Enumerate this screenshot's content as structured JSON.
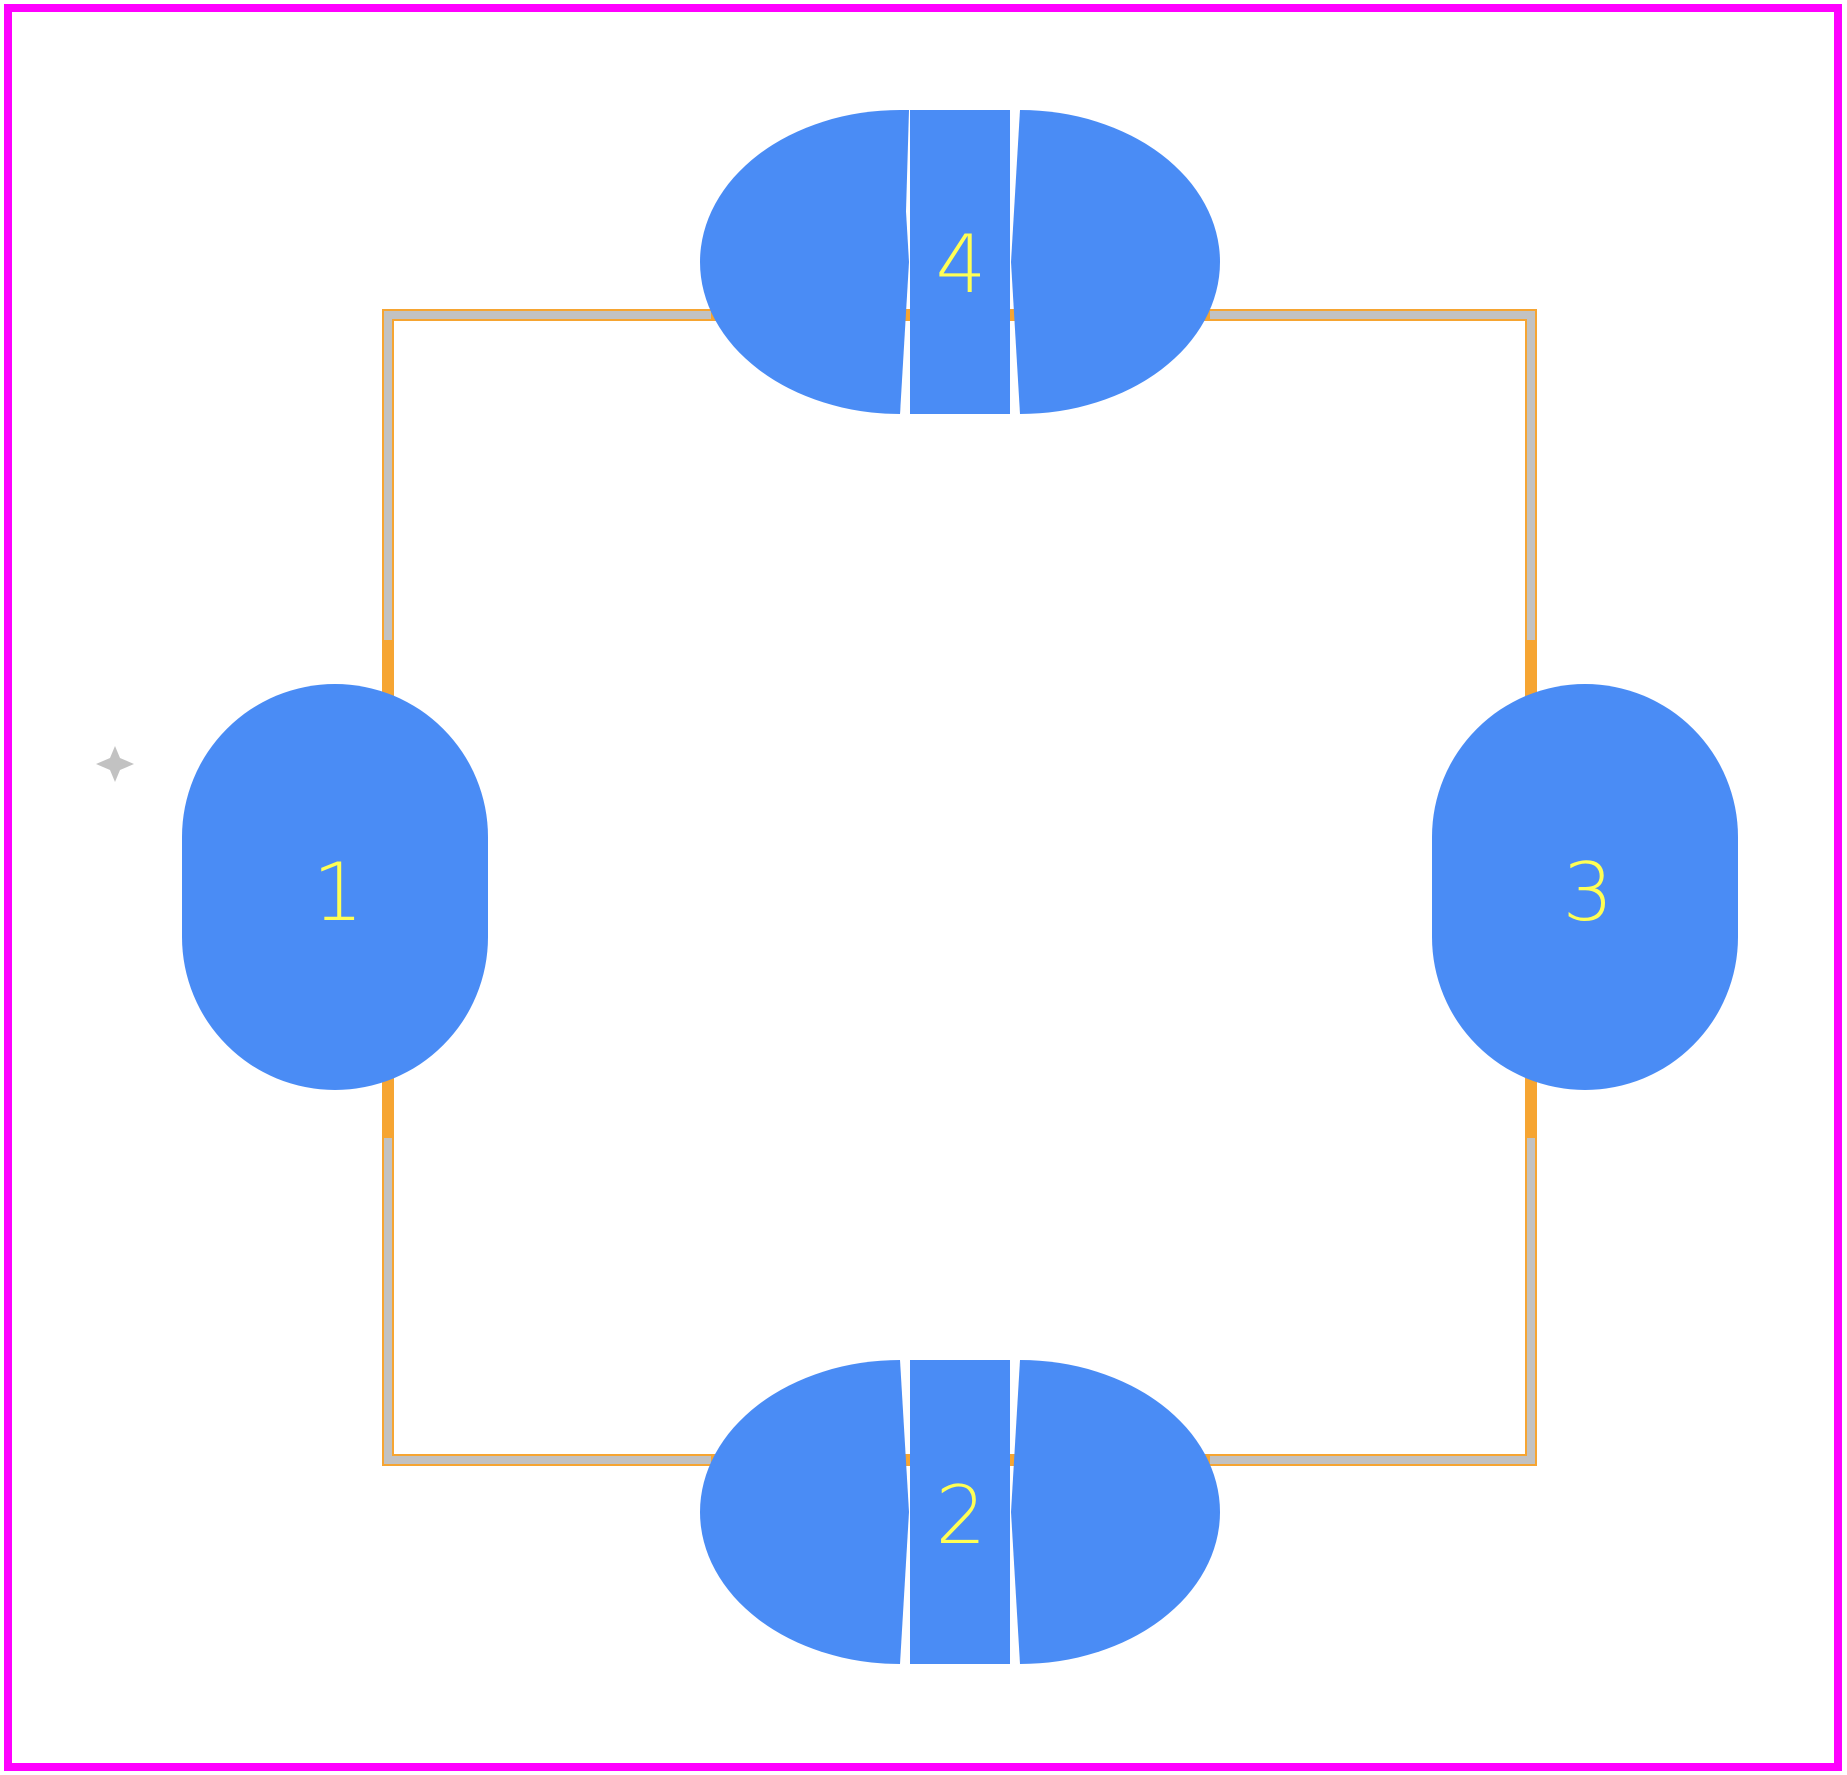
{
  "colors": {
    "background": "#ffffff",
    "board_outline": "#ff00ff",
    "pad_fill": "#4a8cf5",
    "pad_label": "#ffff55",
    "assembly_outline": "#f6a532",
    "silkscreen": "#c2c2c2",
    "origin_marker": "#c2c2c2"
  },
  "pads": [
    {
      "number": "1",
      "shape": "oval"
    },
    {
      "number": "2",
      "shape": "split-round"
    },
    {
      "number": "3",
      "shape": "oval"
    },
    {
      "number": "4",
      "shape": "split-round"
    }
  ],
  "markers": {
    "origin_icon": "origin-cross-icon"
  }
}
